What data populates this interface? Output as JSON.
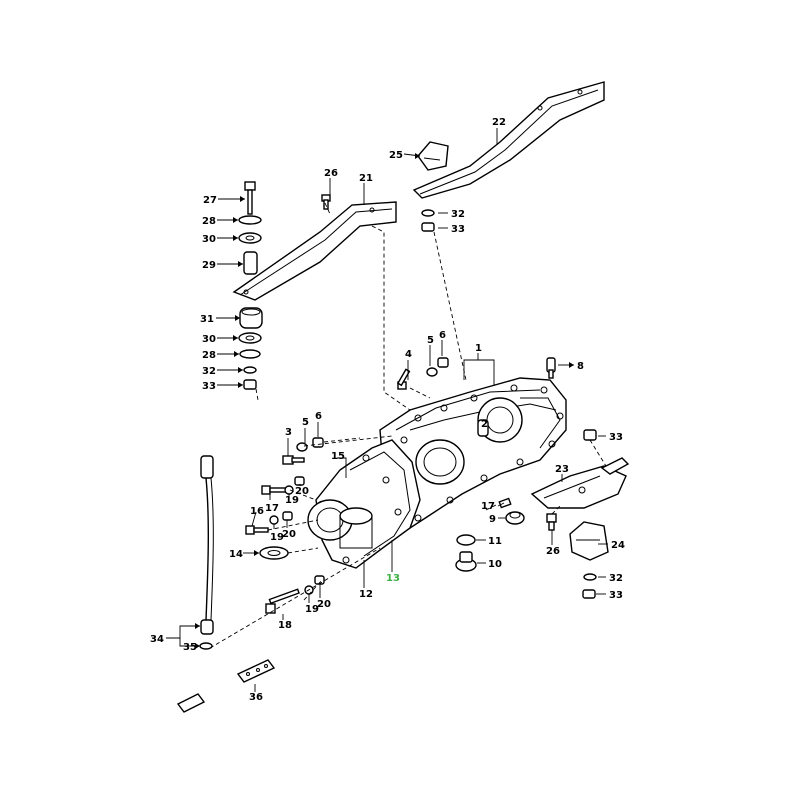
{
  "callouts": {
    "c1": "1",
    "c2": "2",
    "c3": "3",
    "c4": "4",
    "c5a": "5",
    "c5b": "5",
    "c6a": "6",
    "c6b": "6",
    "c8": "8",
    "c9": "9",
    "c10": "10",
    "c11": "11",
    "c12": "12",
    "c13": "13",
    "c14": "14",
    "c15": "15",
    "c16": "16",
    "c17a": "17",
    "c17b": "17",
    "c18": "18",
    "c19a": "19",
    "c19b": "19",
    "c19c": "19",
    "c20a": "20",
    "c20b": "20",
    "c20c": "20",
    "c21": "21",
    "c22": "22",
    "c23": "23",
    "c24": "24",
    "c25": "25",
    "c26a": "26",
    "c26b": "26",
    "c27": "27",
    "c28a": "28",
    "c28b": "28",
    "c29": "29",
    "c30a": "30",
    "c30b": "30",
    "c31": "31",
    "c32a": "32",
    "c32b": "32",
    "c32c": "32",
    "c33a": "33",
    "c33b": "33",
    "c33c": "33",
    "c33d": "33",
    "c34": "34",
    "c35": "35",
    "c36": "36"
  },
  "colors": {
    "line": "#000000",
    "highlight_label": "#3cb043"
  }
}
